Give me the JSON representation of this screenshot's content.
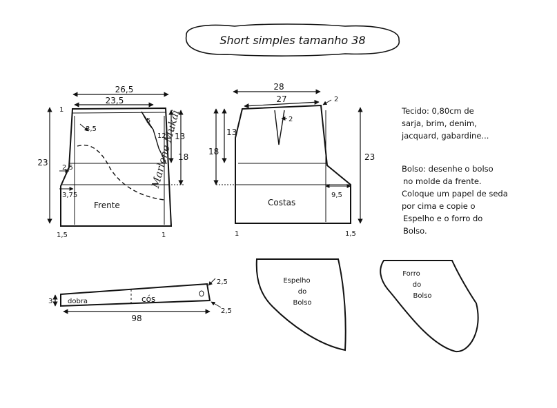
{
  "title": "Short  simples tamanho 38",
  "front": {
    "label": "Frente",
    "width_top": "26,5",
    "width_mid": "23,5",
    "height_left": "23",
    "height_right_upper": "13",
    "height_right_lower": "18",
    "pocket_a": "5",
    "pocket_b": "12",
    "top_left": "1",
    "dart": "3,5",
    "left_small": "2,5",
    "left_small2": "3,75",
    "bottom_left": "1,5",
    "bottom_right": "1"
  },
  "back": {
    "label": "Costas",
    "width_top": "28",
    "width_mid": "27",
    "top_right": "2",
    "dart": "2",
    "height_left_upper": "13",
    "height_left_lower": "18",
    "height_right": "23",
    "crotch": "9,5",
    "bottom_left": "1",
    "bottom_right": "1,5"
  },
  "waistband": {
    "dobra": "dobra",
    "cos": "cós",
    "height": "3",
    "length": "98",
    "end_top": "2,5",
    "end_bottom": "2,5"
  },
  "pieces": {
    "espelho": [
      "Espelho",
      "do",
      "Bolso"
    ],
    "forro": [
      "Forro",
      "do",
      "Bolso"
    ]
  },
  "notes": [
    "Tecido: 0,80cm de",
    "sarja, brim, denim,",
    "jacquard, gabardine...",
    "",
    "Bolso: desenhe o bolso",
    "no molde da frente.",
    "Coloque um papel de seda",
    "por cima e copie o",
    "Espelho e o forro do",
    "Bolso."
  ],
  "signature": "Marlene Mukai"
}
